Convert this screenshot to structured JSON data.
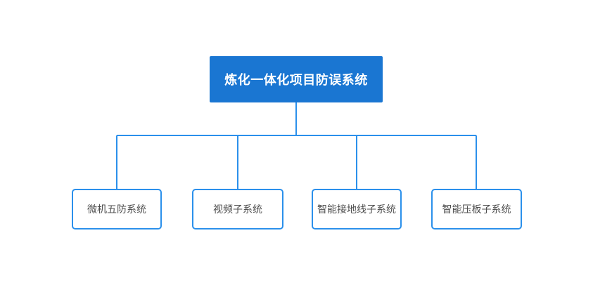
{
  "diagram": {
    "root": {
      "label": "炼化一体化项目防误系统"
    },
    "children": [
      {
        "label": "微机五防系统"
      },
      {
        "label": "视频子系统"
      },
      {
        "label": "智能接地线子系统"
      },
      {
        "label": "智能压板子系统"
      }
    ],
    "colors": {
      "canvas_background": "#ffffff",
      "root_fill": "#1a76d2",
      "root_text": "#ffffff",
      "connector": "#2b90eb",
      "child_border": "#2b90eb",
      "child_text": "#4d4d4d"
    }
  }
}
